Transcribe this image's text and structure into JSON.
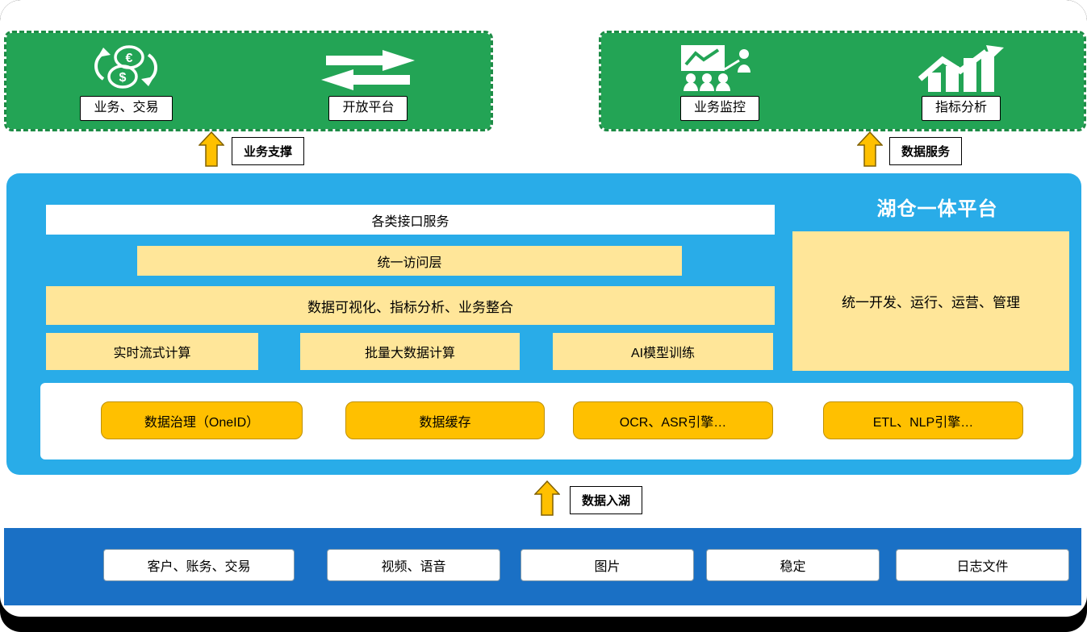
{
  "top": {
    "business_group": {
      "items": [
        {
          "label": "业务、交易",
          "icon": "currency-exchange-icon"
        },
        {
          "label": "开放平台",
          "icon": "transfer-arrows-icon"
        }
      ]
    },
    "monitor_group": {
      "items": [
        {
          "label": "业务监控",
          "icon": "business-monitoring-icon"
        },
        {
          "label": "指标分析",
          "icon": "growth-chart-icon"
        }
      ]
    }
  },
  "connectors": {
    "business_support": "业务支撑",
    "data_service": "数据服务",
    "data_ingest": "数据入湖"
  },
  "platform": {
    "title": "湖仓一体平台",
    "interface_service_bar": "各类接口服务",
    "unified_access_bar": "统一访问层",
    "visualization_bar": "数据可视化、指标分析、业务整合",
    "compute_boxes": [
      "实时流式计算",
      "批量大数据计算",
      "AI模型训练"
    ],
    "management_panel": "统一开发、运行、运营、管理",
    "engine_boxes": [
      "数据治理（OneID）",
      "数据缓存",
      "OCR、ASR引擎…",
      "ETL、NLP引擎…"
    ]
  },
  "data_sources": [
    "客户、账务、交易",
    "视频、语音",
    "图片",
    "稳定",
    "日志文件"
  ],
  "colors": {
    "green": "#23A455",
    "cyan": "#29ACE8",
    "light_yellow": "#FFE699",
    "gold": "#FFC000",
    "dark_blue": "#1A70C5"
  }
}
